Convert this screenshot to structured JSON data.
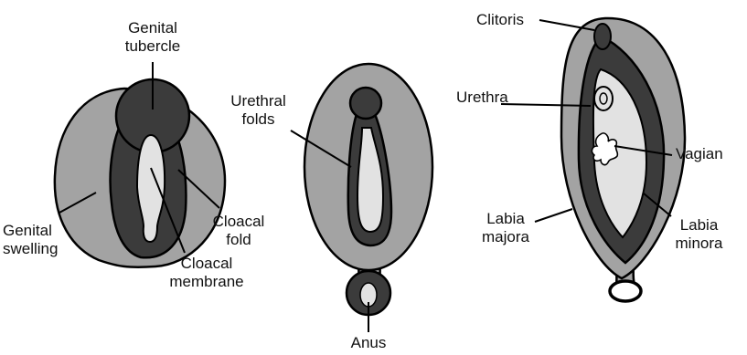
{
  "colors": {
    "outer": "#a3a3a3",
    "dark": "#3b3b3b",
    "light": "#e2e2e2",
    "stroke": "#000000",
    "text": "#111111"
  },
  "labels": {
    "genital_tubercle": [
      "Genital",
      "tubercle"
    ],
    "genital_swelling": [
      "Genital",
      "swelling"
    ],
    "cloacal_fold": [
      "Cloacal",
      "fold"
    ],
    "cloacal_membrane": [
      "Cloacal",
      "membrane"
    ],
    "urethral_folds": [
      "Urethral",
      "folds"
    ],
    "anus": "Anus",
    "clitoris": "Clitoris",
    "urethra": "Urethra",
    "vagian": "Vagian",
    "labia_majora": [
      "Labia",
      "majora"
    ],
    "labia_minora": [
      "Labia",
      "minora"
    ]
  }
}
